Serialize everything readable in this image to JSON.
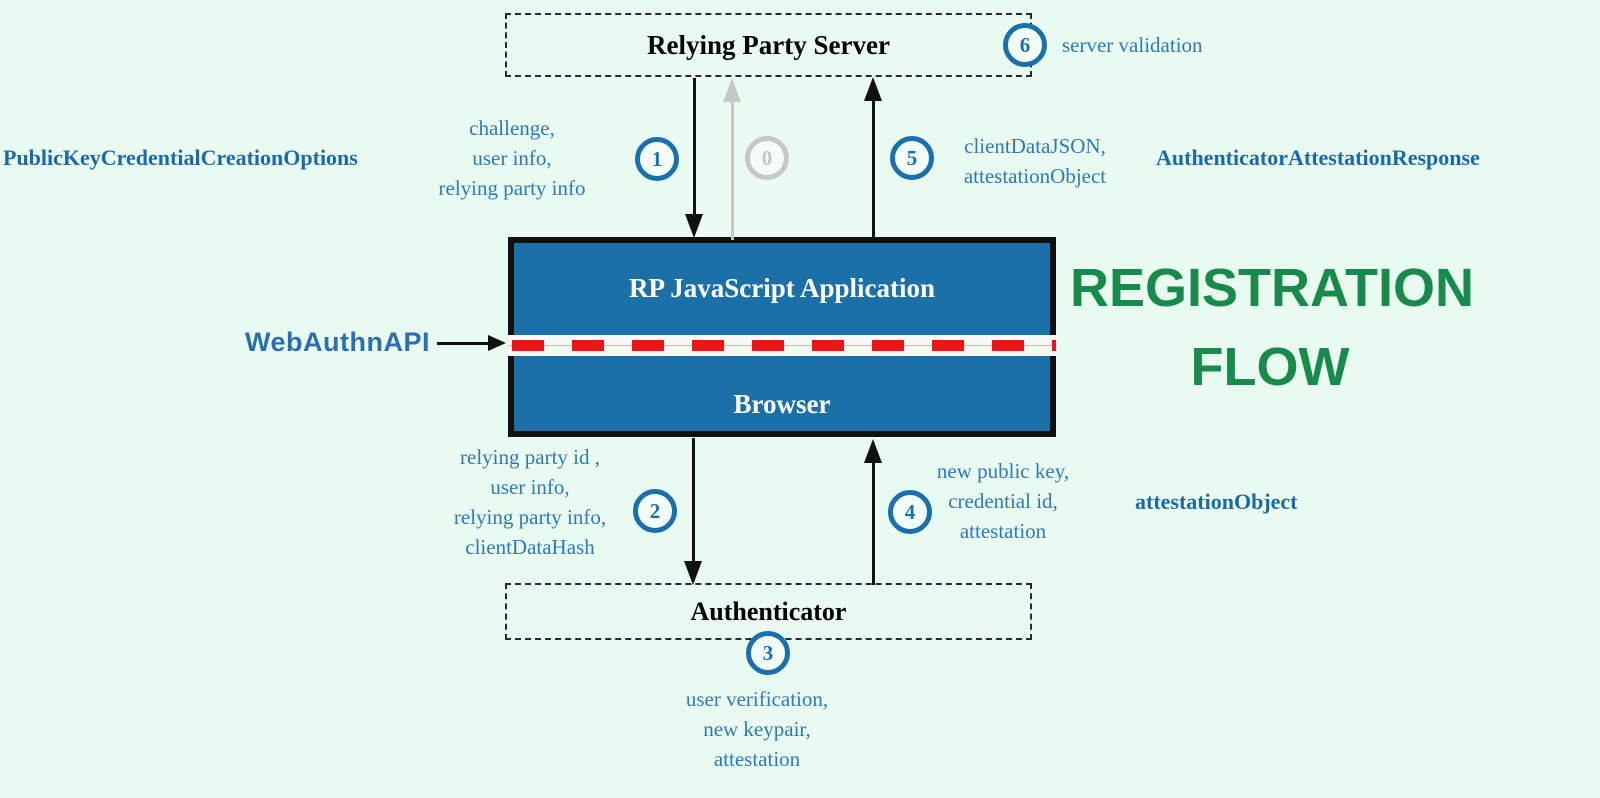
{
  "title": {
    "line1": "REGISTRATION",
    "line2": "FLOW"
  },
  "nodes": {
    "relying_party_server": {
      "label": "Relying Party Server"
    },
    "rp_js_application": {
      "label": "RP JavaScript Application"
    },
    "browser": {
      "label": "Browser"
    },
    "authenticator": {
      "label": "Authenticator"
    },
    "webauthn_api": {
      "label": "WebAuthnAPI"
    }
  },
  "steps": {
    "step0": {
      "num": "0"
    },
    "step1": {
      "num": "1",
      "lines": [
        "challenge,",
        "user info,",
        "relying party info"
      ]
    },
    "step2": {
      "num": "2",
      "lines": [
        "relying party id ,",
        "user info,",
        "relying party info,",
        "clientDataHash"
      ]
    },
    "step3": {
      "num": "3",
      "lines": [
        "user verification,",
        "new keypair,",
        "attestation"
      ]
    },
    "step4": {
      "num": "4",
      "lines": [
        "new public key,",
        "credential id,",
        "attestation"
      ]
    },
    "step5": {
      "num": "5",
      "lines": [
        "clientDataJSON,",
        "attestationObject"
      ]
    },
    "step6": {
      "num": "6",
      "label": "server validation"
    }
  },
  "annotations": {
    "creation_options": "PublicKeyCredentialCreationOptions",
    "attestation_response": "AuthenticatorAttestationResponse",
    "attestation_object": "attestationObject"
  },
  "colors": {
    "background": "#e9faf0",
    "box_blue": "#1b70a8",
    "accent_blue": "#1a6fad",
    "label_blue": "#2d7ab5",
    "bold_label_blue": "#1a6aa8",
    "inactive_gray": "#c7c7c7",
    "title_green": "#178a4c",
    "dash_red": "#ec1515",
    "arrow_black": "#111111"
  }
}
